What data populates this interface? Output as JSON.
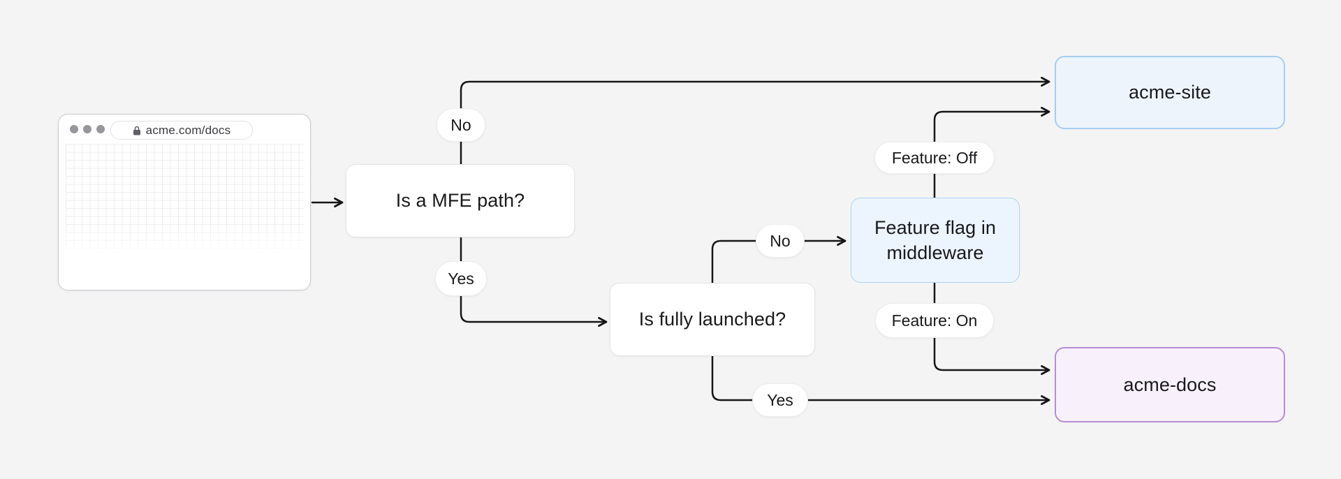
{
  "canvas": {
    "background": "#f4f4f5",
    "line_color": "#161616"
  },
  "browser": {
    "url": "acme.com/docs",
    "window_dots": 3
  },
  "nodes": {
    "mfe": {
      "label": "Is a MFE path?",
      "fill": "#ffffff",
      "border": "#e5e5e9"
    },
    "launched": {
      "label": "Is fully launched?",
      "fill": "#ffffff",
      "border": "#e5e5e9"
    },
    "flag": {
      "label": "Feature flag in middleware",
      "fill": "#ecf4fd",
      "border": "#aed3f3"
    },
    "site": {
      "label": "acme-site",
      "fill": "#edf4fc",
      "border": "#a6cdf1"
    },
    "docs": {
      "label": "acme-docs",
      "fill": "#f8f0fb",
      "border": "#b78cd4"
    }
  },
  "edge_labels": {
    "mfe_no": "No",
    "mfe_yes": "Yes",
    "launched_no": "No",
    "launched_yes": "Yes",
    "feature_off": "Feature: Off",
    "feature_on": "Feature: On"
  }
}
